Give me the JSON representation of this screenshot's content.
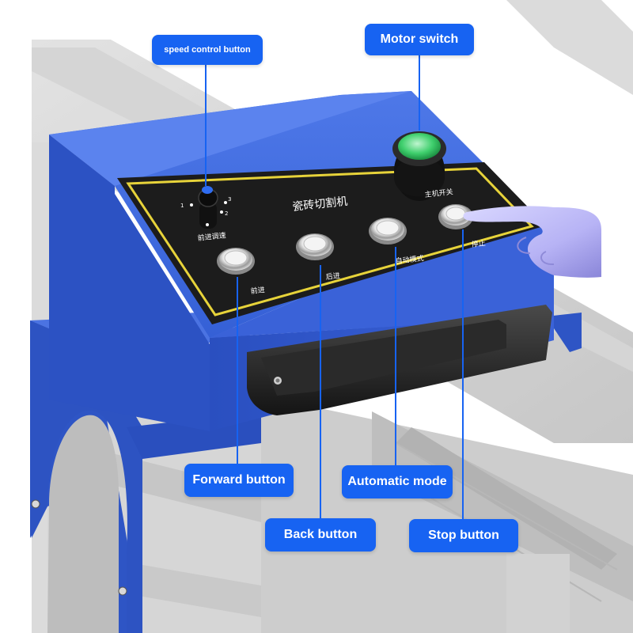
{
  "callouts": {
    "speed_control": "speed control button",
    "motor_switch": "Motor switch",
    "forward": "Forward button",
    "automatic": "Automatic mode",
    "back": "Back button",
    "stop": "Stop button"
  },
  "panel": {
    "title": "瓷砖切割机",
    "speed_label": "前进调速",
    "dial_marks": [
      "1",
      "3",
      "2"
    ],
    "main_switch_label": "主机开关",
    "forward_label": "前进",
    "back_label": "后进",
    "auto_label": "自动模式",
    "stop_label": "停止"
  },
  "colors": {
    "callout_blue": "#1763f2",
    "housing_blue": "#2f56c8",
    "panel_black": "#1c1c1c",
    "panel_border": "#e7d33a",
    "motor_button_green": "#3fcf6d"
  },
  "icons": {
    "speed_knob": "knob-icon",
    "motor_button": "power-button-icon",
    "pointing_hand": "hand-icon"
  }
}
